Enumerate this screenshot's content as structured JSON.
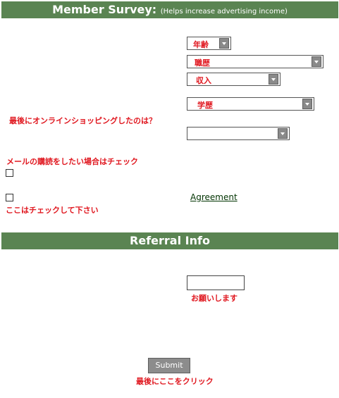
{
  "header": {
    "title": "Member Survey:",
    "subtitle": "(Helps increase advertising income)"
  },
  "survey": {
    "age_select": {
      "value": "年齢"
    },
    "career_select": {
      "value": "職歴"
    },
    "income_select": {
      "value": "収入"
    },
    "education_select": {
      "value": "学歴"
    },
    "last_online_shopping_question": "最後にオンラインショッピングしたのは？",
    "last_online_shopping_select": {
      "value": ""
    },
    "newsletter_label": "メールの購読をしたい場合はチェック",
    "agreement_link": "Agreement",
    "agreement_note": "ここはチェックして下さい"
  },
  "referral": {
    "title": "Referral Info",
    "input_value": "",
    "note": "お願いします"
  },
  "submit": {
    "label": "Submit",
    "note": "最後にここをクリック"
  },
  "colors": {
    "band": "#5a8452",
    "warning_text": "#e0171f"
  }
}
